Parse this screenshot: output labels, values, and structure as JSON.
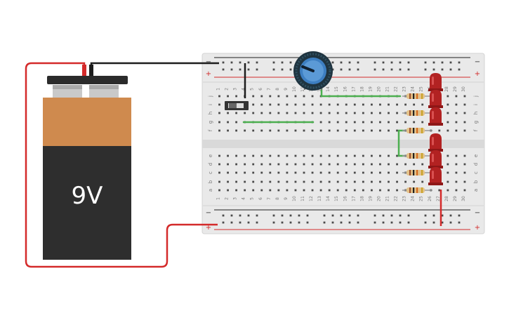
{
  "battery": {
    "label": "9V",
    "colors": {
      "top": "#cf8a4e",
      "bottom": "#2e2e2e",
      "terminal": "#2b2b2b",
      "contact": "#c9c9c9"
    }
  },
  "breadboard": {
    "columns": 30,
    "column_numbers": [
      "1",
      "2",
      "3",
      "4",
      "5",
      "6",
      "7",
      "8",
      "9",
      "10",
      "11",
      "12",
      "13",
      "14",
      "15",
      "16",
      "17",
      "18",
      "19",
      "20",
      "21",
      "22",
      "23",
      "24",
      "25",
      "26",
      "27",
      "28",
      "29",
      "30"
    ],
    "top_rows": [
      "j",
      "i",
      "h",
      "g",
      "f"
    ],
    "bottom_rows": [
      "e",
      "d",
      "c",
      "b",
      "a"
    ],
    "rail_signs": {
      "minus": "−",
      "plus": "+"
    },
    "colors": {
      "body": "#e9e9e9",
      "hole": "#4a4a4a",
      "red_line": "#d22b2b",
      "black_line": "#1e1e1e"
    }
  },
  "components": {
    "switch": "slide-switch",
    "potentiometer": "potentiometer",
    "resistors": 6,
    "leds": 6,
    "led_color": "#b22222"
  },
  "wires": {
    "red": "#d42a2a",
    "black": "#1d1d1d",
    "green": "#4caf50"
  }
}
